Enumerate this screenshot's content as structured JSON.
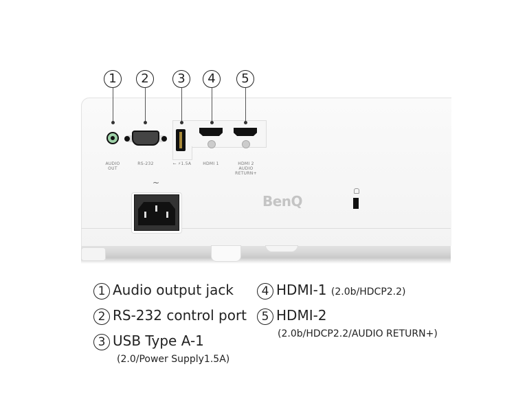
{
  "callouts": [
    "1",
    "2",
    "3",
    "4",
    "5"
  ],
  "port_labels": {
    "audio": "AUDIO OUT",
    "rs232": "RS-232",
    "usb": "⭠ ⚡1.5A",
    "hdmi1": "HDMI 1",
    "hdmi2_a": "HDMI 2",
    "hdmi2_b": "AUDIO",
    "hdmi2_c": "RETURN+"
  },
  "power_symbol": "~",
  "brand": "BenQ",
  "legend": [
    {
      "num": "1",
      "label": "Audio output jack",
      "detail": ""
    },
    {
      "num": "2",
      "label": "RS-232 control port",
      "detail": ""
    },
    {
      "num": "3",
      "label": "USB Type A-1",
      "detail": "(2.0/Power Supply1.5A)"
    },
    {
      "num": "4",
      "label": "HDMI-1",
      "detail": "(2.0b/HDCP2.2)"
    },
    {
      "num": "5",
      "label": "HDMI-2",
      "detail": "(2.0b/HDCP2.2/AUDIO RETURN+)"
    }
  ]
}
